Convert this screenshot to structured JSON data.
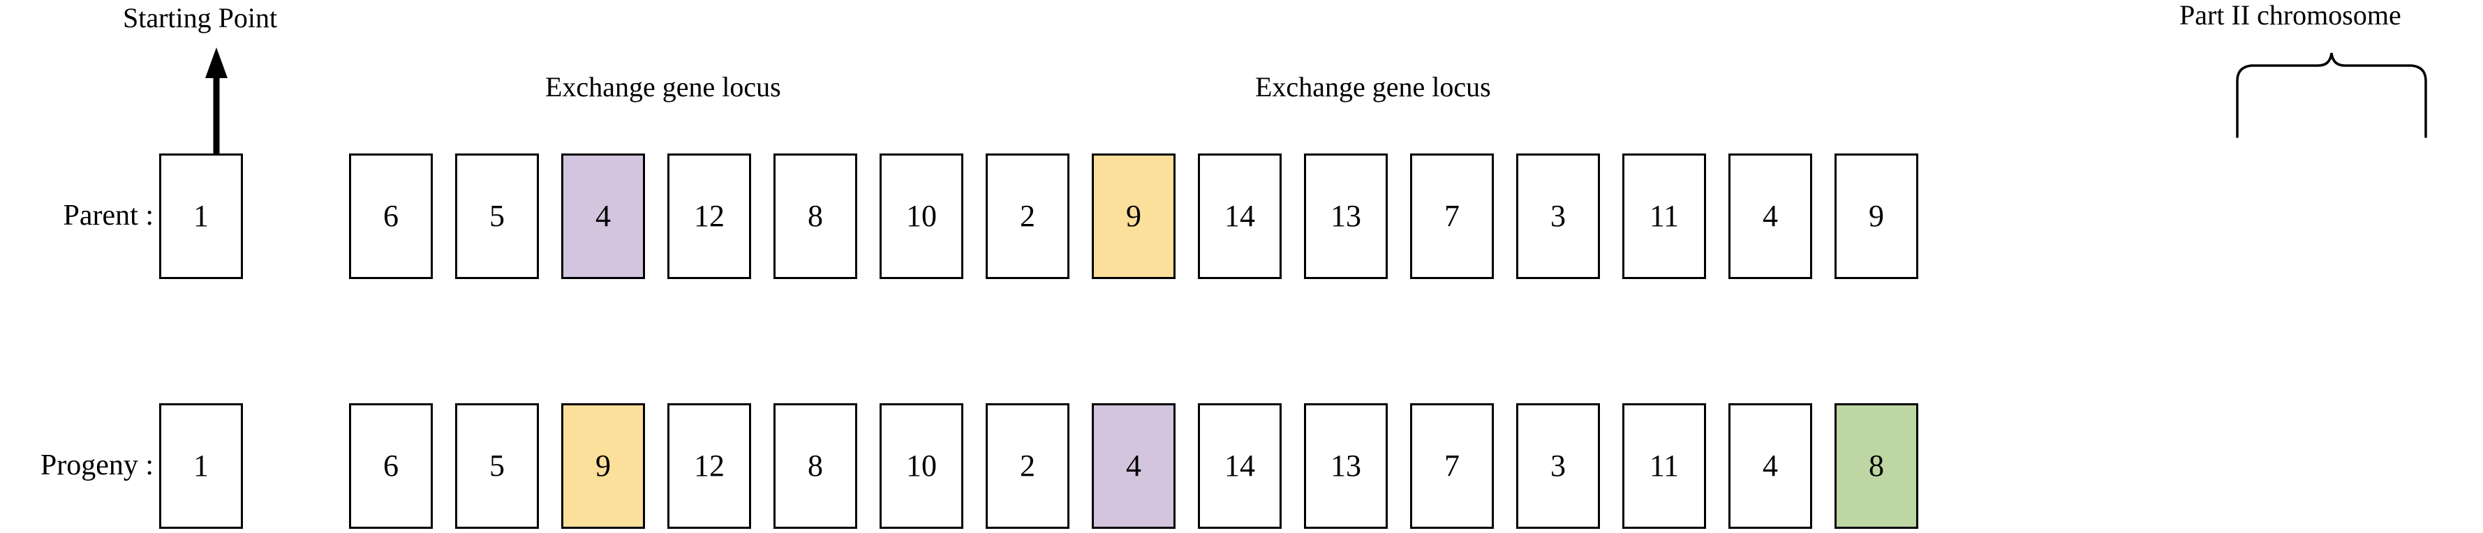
{
  "annotations": {
    "starting_point": "Starting Point",
    "exchange_locus_left": "Exchange gene locus",
    "exchange_locus_right": "Exchange gene locus",
    "part_two_chromosome": "Part II chromosome"
  },
  "colors": {
    "purple": "#d4c5de",
    "yellow": "#fbdf9b",
    "green": "#bdd6a3",
    "plain": "#ffffff",
    "stroke": "#000000"
  },
  "rows": [
    {
      "label": "Parent :",
      "name": "parent",
      "cells": [
        {
          "value": "1",
          "fill": "plain"
        },
        {
          "value": "6",
          "fill": "plain"
        },
        {
          "value": "5",
          "fill": "plain"
        },
        {
          "value": "4",
          "fill": "purple"
        },
        {
          "value": "12",
          "fill": "plain"
        },
        {
          "value": "8",
          "fill": "plain"
        },
        {
          "value": "10",
          "fill": "plain"
        },
        {
          "value": "2",
          "fill": "plain"
        },
        {
          "value": "9",
          "fill": "yellow"
        },
        {
          "value": "14",
          "fill": "plain"
        },
        {
          "value": "13",
          "fill": "plain"
        },
        {
          "value": "7",
          "fill": "plain"
        },
        {
          "value": "3",
          "fill": "plain"
        },
        {
          "value": "11",
          "fill": "plain"
        },
        {
          "value": "4",
          "fill": "plain"
        },
        {
          "value": "9",
          "fill": "plain"
        }
      ]
    },
    {
      "label": "Progeny :",
      "name": "progeny",
      "cells": [
        {
          "value": "1",
          "fill": "plain"
        },
        {
          "value": "6",
          "fill": "plain"
        },
        {
          "value": "5",
          "fill": "plain"
        },
        {
          "value": "9",
          "fill": "yellow"
        },
        {
          "value": "12",
          "fill": "plain"
        },
        {
          "value": "8",
          "fill": "plain"
        },
        {
          "value": "10",
          "fill": "plain"
        },
        {
          "value": "2",
          "fill": "plain"
        },
        {
          "value": "4",
          "fill": "purple"
        },
        {
          "value": "14",
          "fill": "plain"
        },
        {
          "value": "13",
          "fill": "plain"
        },
        {
          "value": "7",
          "fill": "plain"
        },
        {
          "value": "3",
          "fill": "plain"
        },
        {
          "value": "11",
          "fill": "plain"
        },
        {
          "value": "4",
          "fill": "plain"
        },
        {
          "value": "8",
          "fill": "green"
        }
      ]
    }
  ]
}
